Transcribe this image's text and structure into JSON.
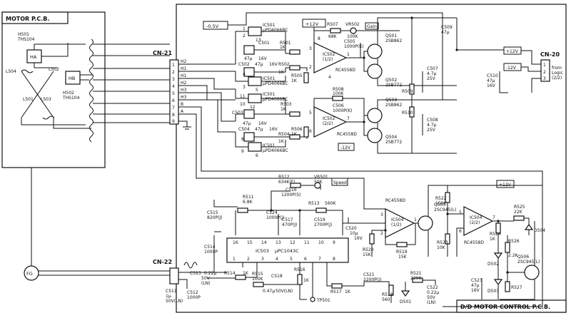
{
  "panels": {
    "motor_pcb": "MOTOR P.C.B.",
    "control_pcb": "D/D MOTOR CONTROL P.C.B."
  },
  "connectors": {
    "cn21": "CN-21",
    "cn22": "CN-22",
    "cn20": "CN-20",
    "cn21_pins": [
      "1",
      "2",
      "3",
      "4",
      "5",
      "6",
      "7",
      "8",
      "9"
    ],
    "cn21_signals": [
      "H2",
      "H1",
      "H1",
      "H2",
      "H3",
      "H3",
      "B",
      "A"
    ],
    "cn20_pins": [
      "1",
      "2",
      "3"
    ],
    "cn20_note": [
      "from",
      "Logic",
      "(2/2)"
    ]
  },
  "motor": {
    "h501": [
      "H501",
      "THS104"
    ],
    "h502": [
      "H502",
      "THS104"
    ],
    "ha": "HA",
    "hb": "HB",
    "l501": "L501",
    "l502": "L502",
    "l503": "L503",
    "l504": "L504"
  },
  "fg": "FG",
  "supplies": {
    "m05v": "-0.5V",
    "p12v_top": "+12V",
    "p12v_cn20": "+12V",
    "m12v_cn20": "-12V",
    "m12v_mid": "-12V",
    "p12v_bottom": "+12V"
  },
  "ics": {
    "ic501_a": [
      "IC501",
      "µPD4066BC"
    ],
    "ic501_b": [
      "IC501",
      "µPD4066BC"
    ],
    "ic501_c": [
      "IC501",
      "µPD4066BC"
    ],
    "ic501_d": [
      "IC501",
      "µPD4066BC"
    ],
    "ic502_a": [
      "IC502",
      "(1/2)"
    ],
    "ic502_a_type": "RC4558D",
    "ic502_b": [
      "IC502",
      "(2/2)"
    ],
    "ic502_b_type": "RC4558D",
    "ic503": [
      "IC503",
      "µPC1043C"
    ],
    "ic504_a": [
      "IC504",
      "(1/2)"
    ],
    "ic504_a_type": "RC4558D",
    "ic504_b": [
      "IC504",
      "(2/2)"
    ],
    "ic504_b_type": "RC4558D"
  },
  "ic503_pins_top": [
    "16",
    "15",
    "14",
    "13",
    "12",
    "11",
    "10",
    "9"
  ],
  "ic503_pins_bottom": [
    "1",
    "2",
    "3",
    "4",
    "5",
    "6",
    "7",
    "8"
  ],
  "transistors": {
    "q501": [
      "Q501",
      "2SB862"
    ],
    "q502": [
      "Q502",
      "2SB772"
    ],
    "q503": [
      "Q503",
      "2SB862"
    ],
    "q504": [
      "Q504",
      "2SB772"
    ],
    "q505": [
      "Q505",
      "2SC945(L)"
    ],
    "q506": [
      "Q506",
      "2SC945(L)"
    ]
  },
  "resistors": {
    "r501": [
      "R501",
      "1K"
    ],
    "r502": [
      "R502",
      "1K"
    ],
    "r503": [
      "R503",
      "1K"
    ],
    "r504": [
      "R504",
      "1K"
    ],
    "r505": [
      "R505",
      "1K"
    ],
    "r506": [
      "R506",
      "1K"
    ],
    "r507": [
      "R507",
      "68K"
    ],
    "r508": [
      "R508",
      "100K"
    ],
    "r509": "R509",
    "r510": "R510",
    "r511": [
      "R511",
      "6.8K"
    ],
    "r512": [
      "R512",
      "634K(F)"
    ],
    "r513": [
      "R513",
      "560K"
    ],
    "r514": [
      "R514",
      "1K"
    ],
    "r515": [
      "R515",
      "100K"
    ],
    "r516": [
      "R516",
      "1K"
    ],
    "r517": [
      "R517",
      "1K"
    ],
    "r518": [
      "R518",
      "560"
    ],
    "r519": [
      "R519",
      "15K"
    ],
    "r520": [
      "R520",
      "15K"
    ],
    "r521": [
      "R521",
      "220K"
    ],
    "r522": [
      "R522",
      "100K"
    ],
    "r523": [
      "R523",
      "10K"
    ],
    "r524": [
      "R524",
      "1K"
    ],
    "r525": [
      "R525",
      "22K"
    ],
    "r526": [
      "R526",
      "2.2K"
    ],
    "r527": "R527"
  },
  "capacitors": {
    "c501": [
      "C501",
      "47µ",
      "16V"
    ],
    "c502": [
      "C502",
      "47µ",
      "16V"
    ],
    "c503": [
      "C503",
      "47µ",
      "16V"
    ],
    "c504": [
      "C504",
      "47µ",
      "16V"
    ],
    "c505": [
      "C505",
      "1000P(K)"
    ],
    "c506": [
      "C506",
      "1000P(K)"
    ],
    "c507": [
      "C507",
      "4.7µ",
      "25V"
    ],
    "c508": [
      "C508",
      "4.7µ",
      "25V"
    ],
    "c509": [
      "C509",
      "47µ"
    ],
    "c510": [
      "C510",
      "47µ",
      "16V"
    ],
    "c511": [
      "C511",
      "1µ",
      "50V(LN)"
    ],
    "c512": [
      "C512",
      "1000P"
    ],
    "c513": [
      "C513",
      "0.22µ",
      "50V",
      "(LN)"
    ],
    "c514": [
      "C514",
      "1000P"
    ],
    "c515": [
      "C515",
      "820P(J)"
    ],
    "c516": [
      "C516",
      "1200P(S)"
    ],
    "c517": [
      "C517",
      "470P(J)"
    ],
    "c518": [
      "C518",
      "0.47µ",
      "50V(LN)"
    ],
    "c519": [
      "C519",
      "2700P(J)"
    ],
    "c520": [
      "C520",
      "10µ",
      "16V"
    ],
    "c521": [
      "C521",
      "2200P(J)"
    ],
    "c522": [
      "C522",
      "0.22µ",
      "50V",
      "(LN)"
    ],
    "c523": [
      "C523",
      "47µ",
      "16V"
    ],
    "c524": [
      "C524",
      "1000P(J)"
    ]
  },
  "pots": {
    "vr501": [
      "VR501",
      "50K"
    ],
    "vr501_tag": "Speed",
    "vr502": [
      "VR502",
      "100K"
    ],
    "vr502_tag": "Gain"
  },
  "diodes": {
    "d501": "D501",
    "d502": "D502",
    "d503": "D503",
    "d504": "D504"
  },
  "testpoints": {
    "tp501": "TP501"
  },
  "pin_numbers": {
    "sw_a": [
      "1",
      "2",
      "13"
    ],
    "sw_b": [
      "4",
      "3",
      "5"
    ],
    "sw_c": [
      "11",
      "10",
      "12"
    ],
    "sw_d": [
      "8",
      "9",
      "6"
    ],
    "ic502a": [
      "3",
      "2",
      "1",
      "8",
      "4"
    ],
    "ic502b": [
      "5",
      "6",
      "7"
    ],
    "ic504a": [
      "3",
      "2",
      "1"
    ],
    "ic504b": [
      "5",
      "6",
      "7"
    ]
  }
}
